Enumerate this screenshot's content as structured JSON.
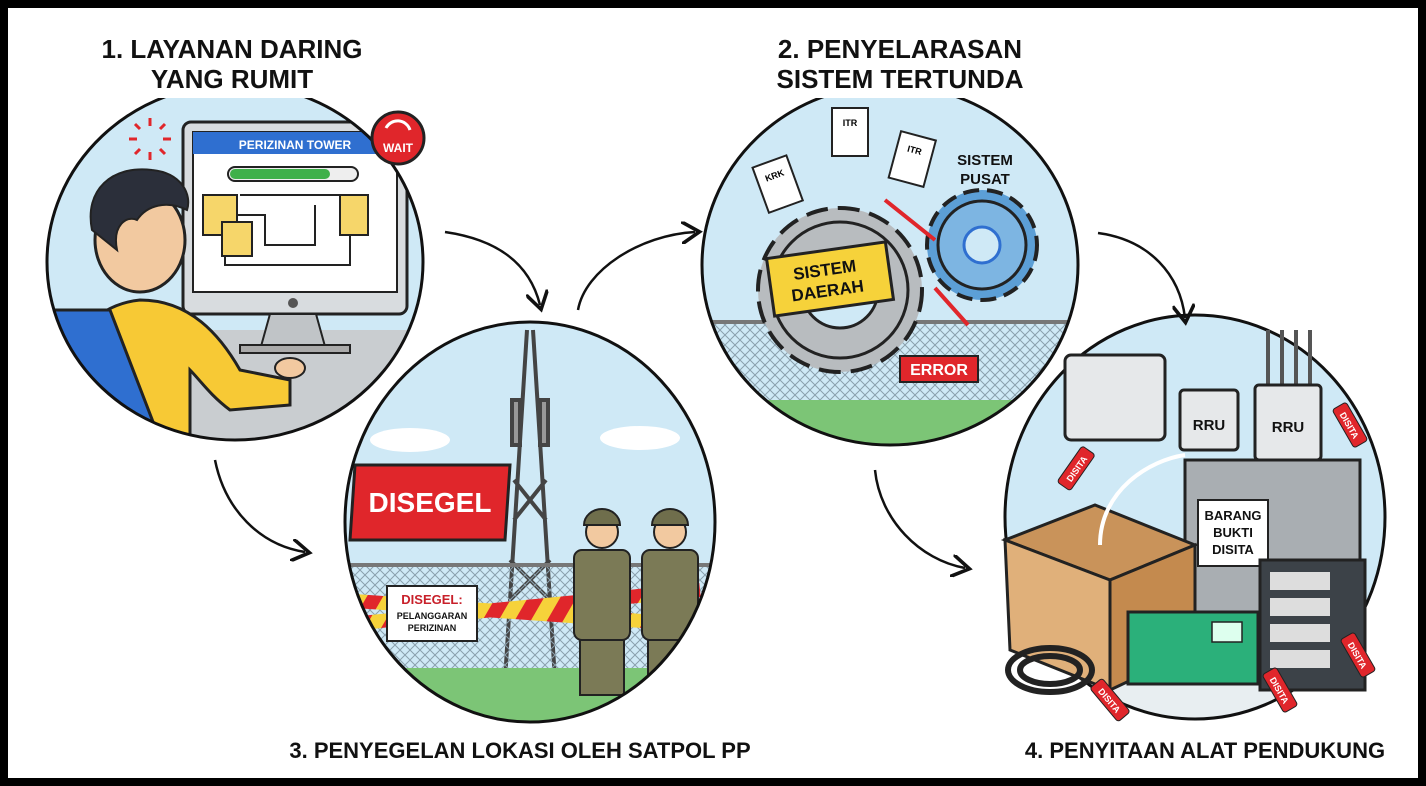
{
  "steps": [
    {
      "title_line1": "1. LAYANAN DARING",
      "title_line2": "YANG RUMIT",
      "screen_title": "PERIZINAN TOWER",
      "badge": "WAIT"
    },
    {
      "title_line1": "2. PENYELARASAN",
      "title_line2": "SISTEM TERTUNDA",
      "doc_labels": [
        "KRK",
        "ITR",
        "ITR"
      ],
      "central_label_1": "SISTEM",
      "central_label_2": "PUSAT",
      "regional_label_1": "SISTEM",
      "regional_label_2": "DAERAH",
      "error_label": "ERROR"
    },
    {
      "caption": "3. PENYEGELAN LOKASI OLEH SATPOL PP",
      "banner": "DISEGEL",
      "sign_title": "DISEGEL:",
      "sign_line1": "PELANGGARAN",
      "sign_line2": "PERIZINAN"
    },
    {
      "caption": "4. PENYITAAN ALAT PENDUKUNG",
      "rru_labels": [
        "RRU",
        "RRU"
      ],
      "evidence_line1": "BARANG",
      "evidence_line2": "BUKTI",
      "evidence_line3": "DISITA",
      "tag_label": "DISITA"
    }
  ],
  "colors": {
    "sky": "#cfe9f6",
    "red": "#e0262b",
    "yellow": "#f6d23a",
    "green": "#7cc576",
    "uniform": "#7b7a56"
  }
}
